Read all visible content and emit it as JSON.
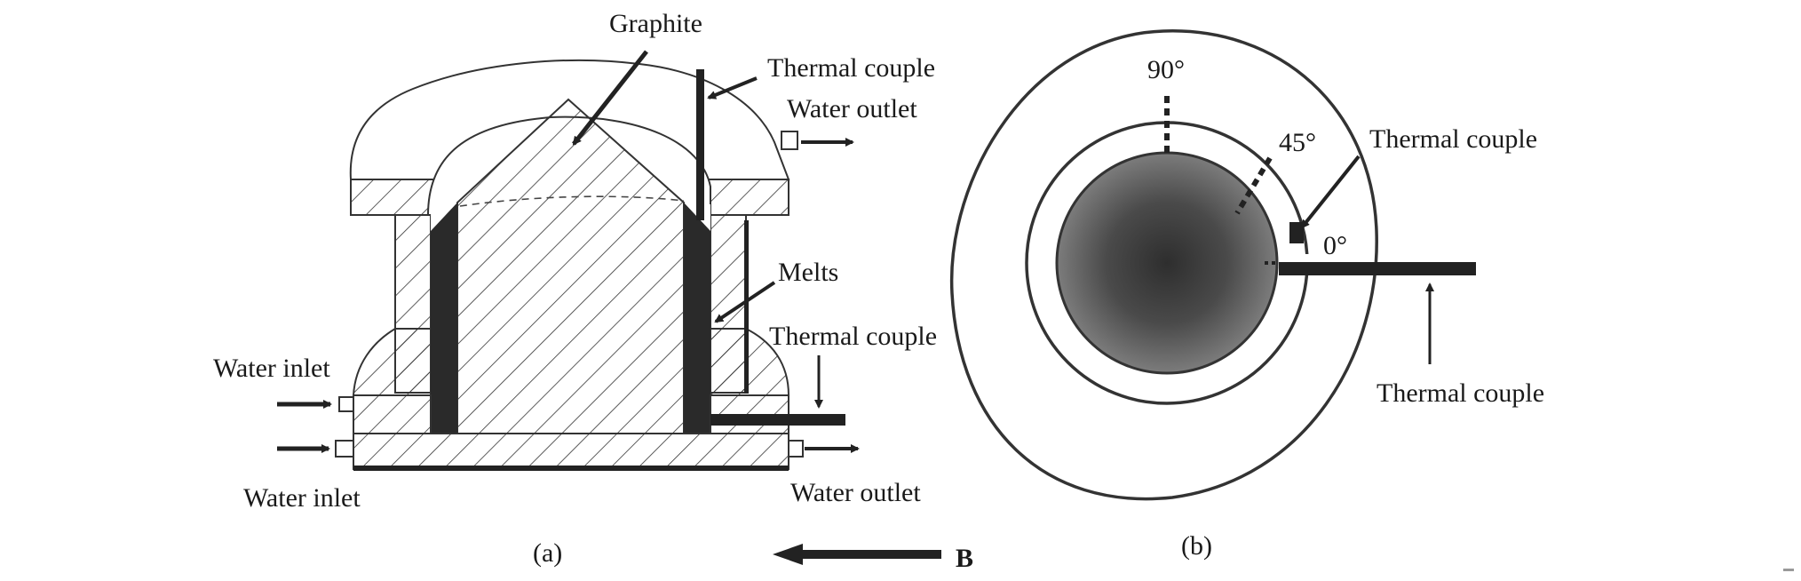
{
  "panel_a": {
    "graphite_label": "Graphite",
    "thermal_couple_top_label": "Thermal couple",
    "water_outlet_top_label": "Water outlet",
    "melts_label": "Melts",
    "thermal_couple_bottom_label": "Thermal couple",
    "water_inlet_upper_label": "Water inlet",
    "water_inlet_lower_label": "Water inlet",
    "water_outlet_bottom_label": "Water outlet",
    "caption": "(a)"
  },
  "field_arrow": {
    "label": "B"
  },
  "panel_b": {
    "angle_90_label": "90°",
    "angle_45_label": "45°",
    "angle_0_label": "0°",
    "thermal_couple_right_label": "Thermal couple",
    "thermal_couple_bottom_label": "Thermal couple",
    "caption": "(b)"
  }
}
